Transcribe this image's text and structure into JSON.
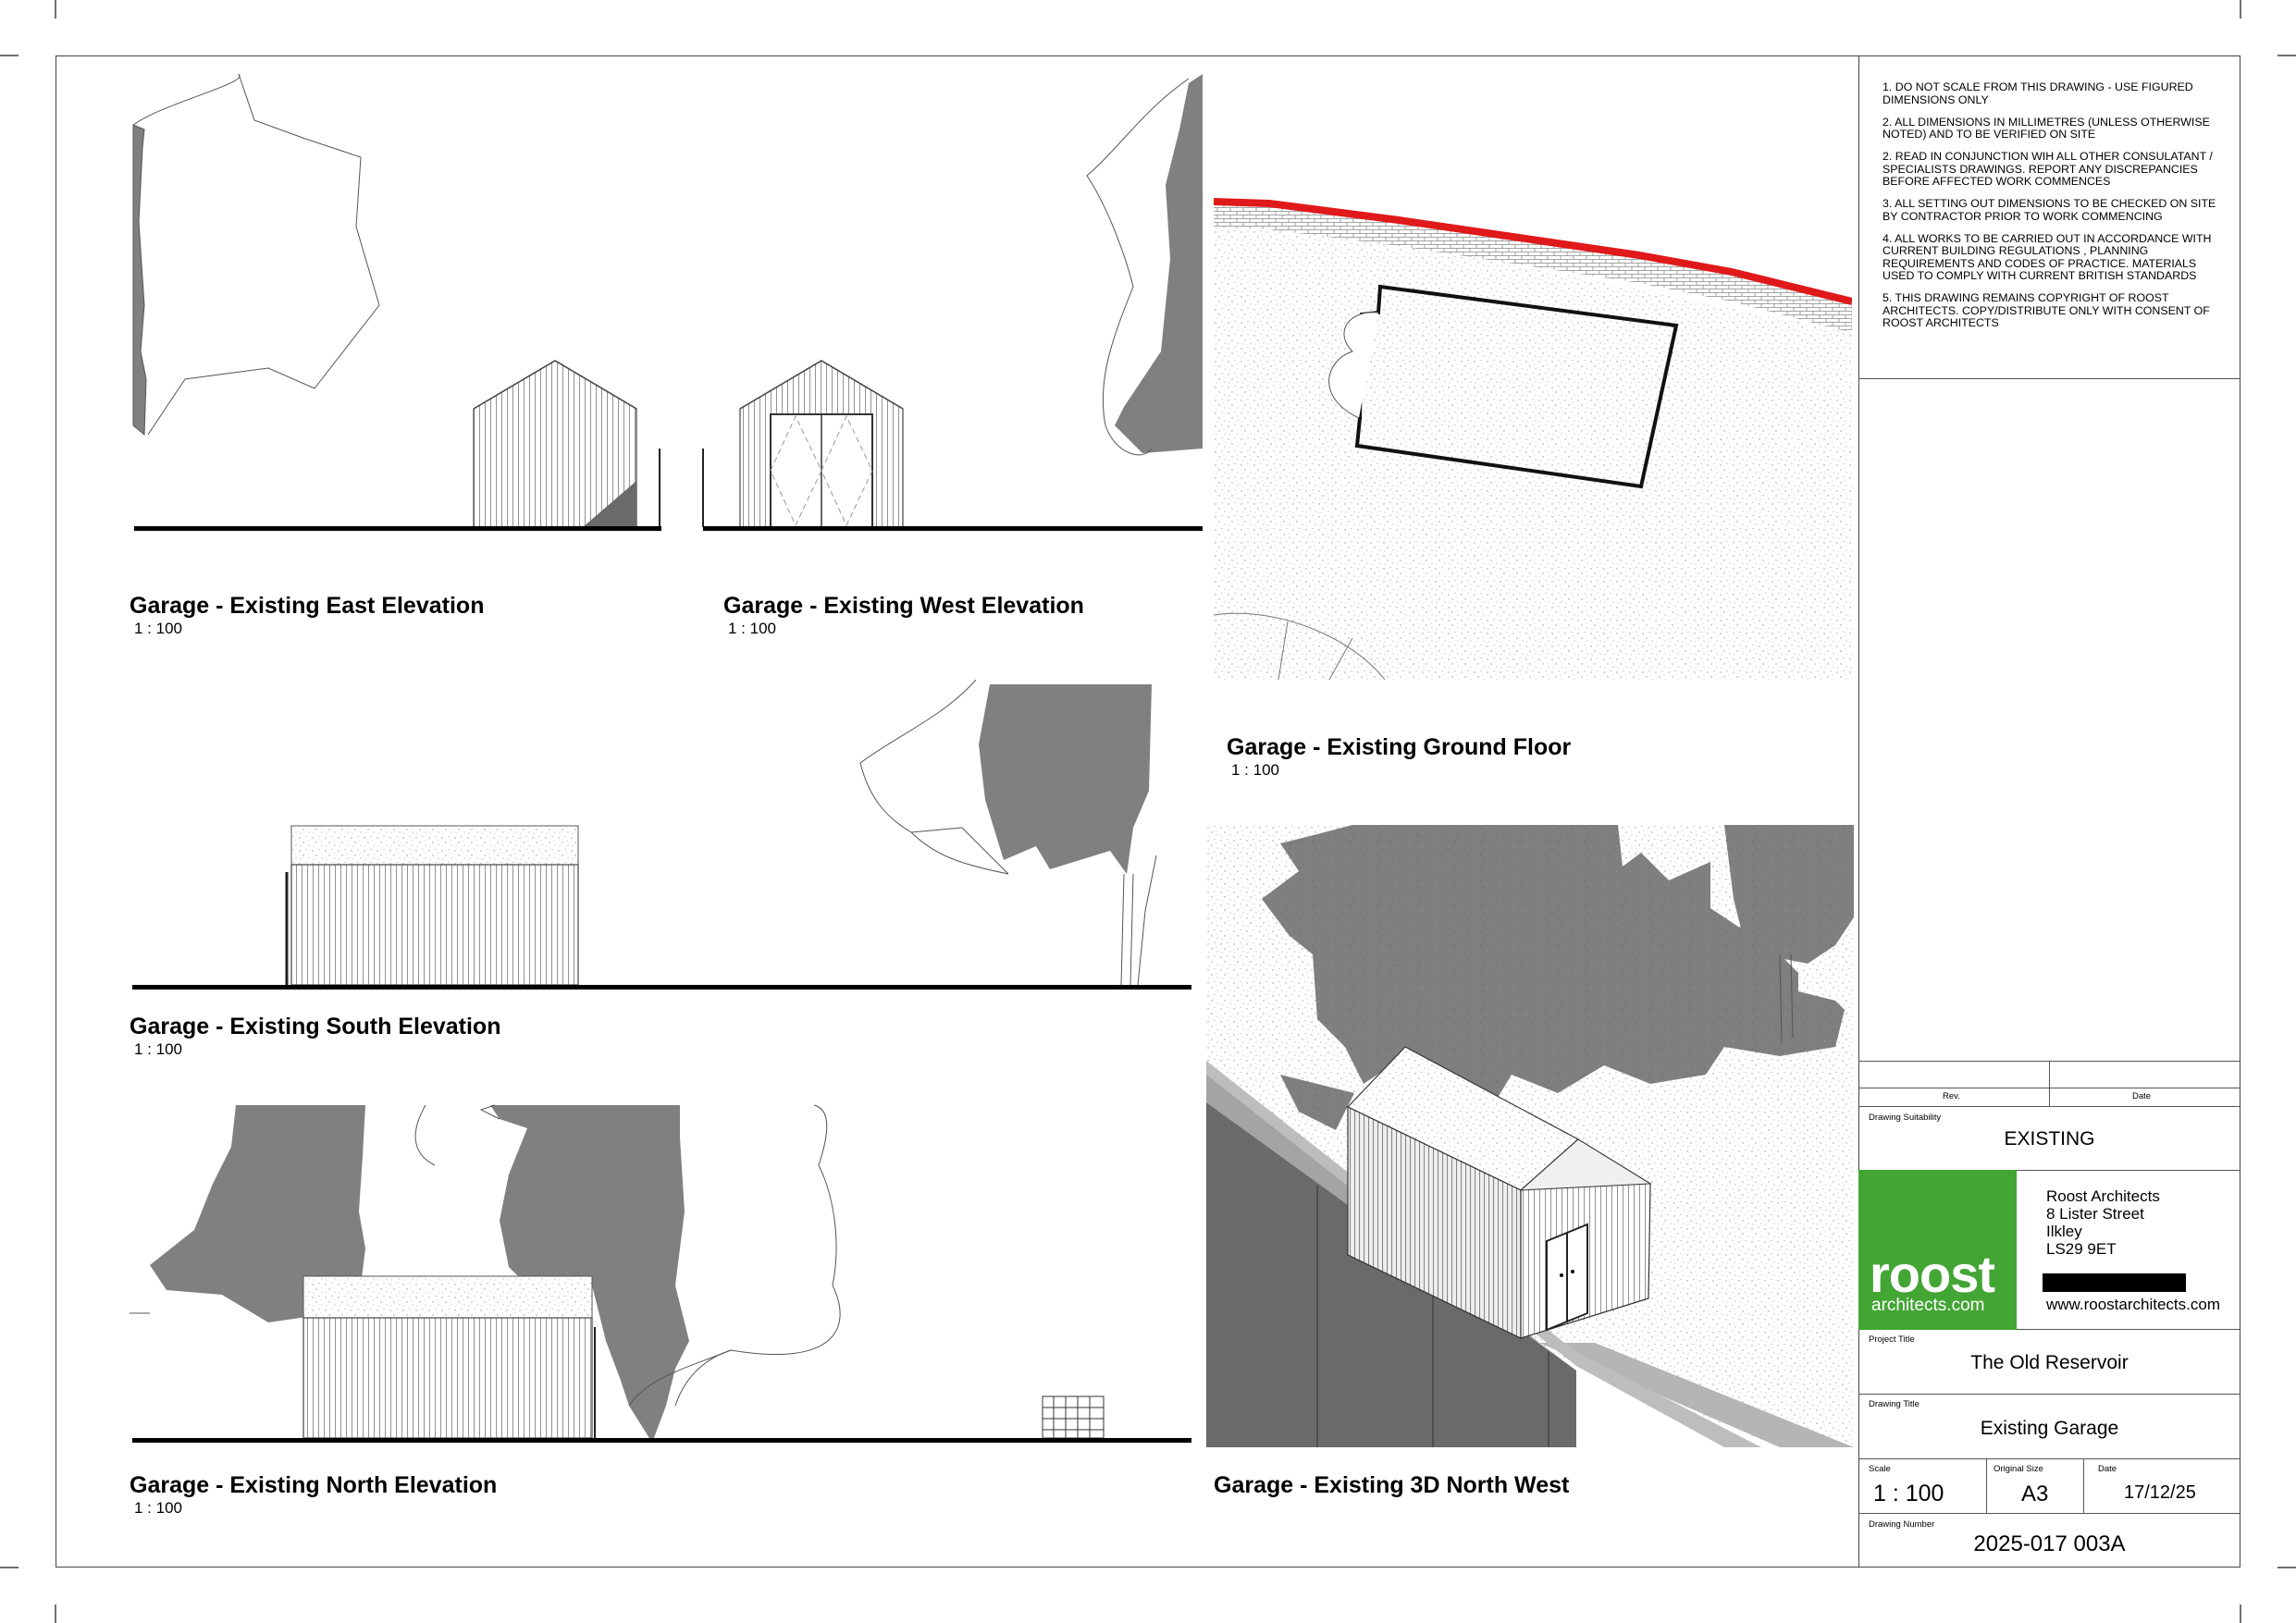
{
  "notes": [
    "1. DO NOT SCALE FROM THIS DRAWING - USE FIGURED DIMENSIONS ONLY",
    "2. ALL DIMENSIONS IN MILLIMETRES (UNLESS OTHERWISE NOTED) AND TO BE VERIFIED ON SITE",
    "2. READ IN CONJUNCTION WIH ALL OTHER CONSULATANT / SPECIALISTS DRAWINGS. REPORT ANY DISCREPANCIES BEFORE AFFECTED WORK COMMENCES",
    "3. ALL SETTING OUT DIMENSIONS TO BE CHECKED ON SITE BY CONTRACTOR PRIOR TO WORK COMMENCING",
    "4. ALL WORKS TO BE CARRIED OUT IN ACCORDANCE WITH CURRENT BUILDING REGULATIONS , PLANNING REQUIREMENTS AND CODES OF PRACTICE. MATERIALS USED TO COMPLY WITH CURRENT BRITISH STANDARDS",
    "5. THIS DRAWING REMAINS COPYRIGHT OF ROOST ARCHITECTS. COPY/DISTRIBUTE ONLY WITH CONSENT OF ROOST ARCHITECTS"
  ],
  "views": {
    "east": {
      "title": "Garage - Existing East Elevation",
      "scale": "1 : 100"
    },
    "west": {
      "title": "Garage - Existing West Elevation",
      "scale": "1 : 100"
    },
    "ground": {
      "title": "Garage - Existing Ground Floor",
      "scale": "1 : 100"
    },
    "south": {
      "title": "Garage - Existing South Elevation",
      "scale": "1 : 100"
    },
    "north": {
      "title": "Garage - Existing North Elevation",
      "scale": "1 : 100"
    },
    "iso": {
      "title": "Garage - Existing 3D North West"
    }
  },
  "title_block": {
    "rev_label": "Rev.",
    "date_label": "Date",
    "suitability_label": "Drawing Suitability",
    "suitability": "EXISTING",
    "logo_main": "roost",
    "logo_sub": "architects.com",
    "address": [
      "Roost Architects",
      "8 Lister Street",
      "Ilkley",
      "LS29 9ET"
    ],
    "website": "www.roostarchitects.com",
    "project_title_label": "Project Title",
    "project_title": "The Old Reservoir",
    "drawing_title_label": "Drawing Title",
    "drawing_title": "Existing Garage",
    "scale_label": "Scale",
    "scale": "1 : 100",
    "size_label": "Original Size",
    "size": "A3",
    "date_field_label": "Date",
    "date": "17/12/25",
    "number_label": "Drawing Number",
    "number": "2025-017 003A"
  },
  "colors": {
    "logo_green": "#43a534",
    "boundary_red": "#e0191b",
    "shadow_grey": "#808080"
  }
}
